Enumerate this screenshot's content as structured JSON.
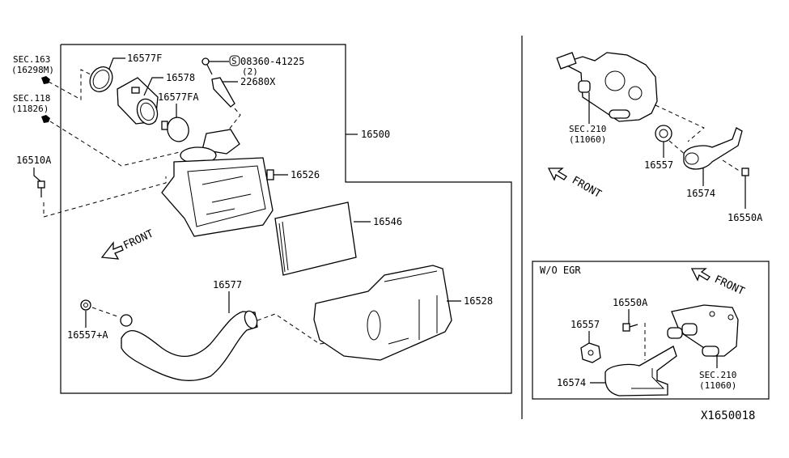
{
  "diagram": {
    "id_code": "X1650018",
    "main_group": {
      "assembly_label": "16500",
      "labels": {
        "sec163": "SEC.163",
        "sec163_ref": "(16298M)",
        "sec118": "SEC.118",
        "sec118_ref": "(11826)",
        "p16510a": "16510A",
        "p16577f": "16577F",
        "p16578": "16578",
        "p16577fa": "16577FA",
        "p08360": "08360-41225",
        "p08360_qty": "(2)",
        "p08360_symbol": "S",
        "p22680x": "22680X",
        "p16526": "16526",
        "p16546": "16546",
        "p16577": "16577",
        "p16557a": "16557+A",
        "p16528": "16528",
        "front": "FRONT"
      }
    },
    "right_group": {
      "labels": {
        "sec210": "SEC.210",
        "sec210_ref": "(11060)",
        "p16557": "16557",
        "p16574": "16574",
        "p16550a": "16550A",
        "front": "FRONT"
      }
    },
    "wo_egr_group": {
      "title": "W/O EGR",
      "labels": {
        "p16550a": "16550A",
        "p16557": "16557",
        "p16574": "16574",
        "sec210": "SEC.210",
        "sec210_ref": "(11060)",
        "front": "FRONT"
      }
    }
  }
}
